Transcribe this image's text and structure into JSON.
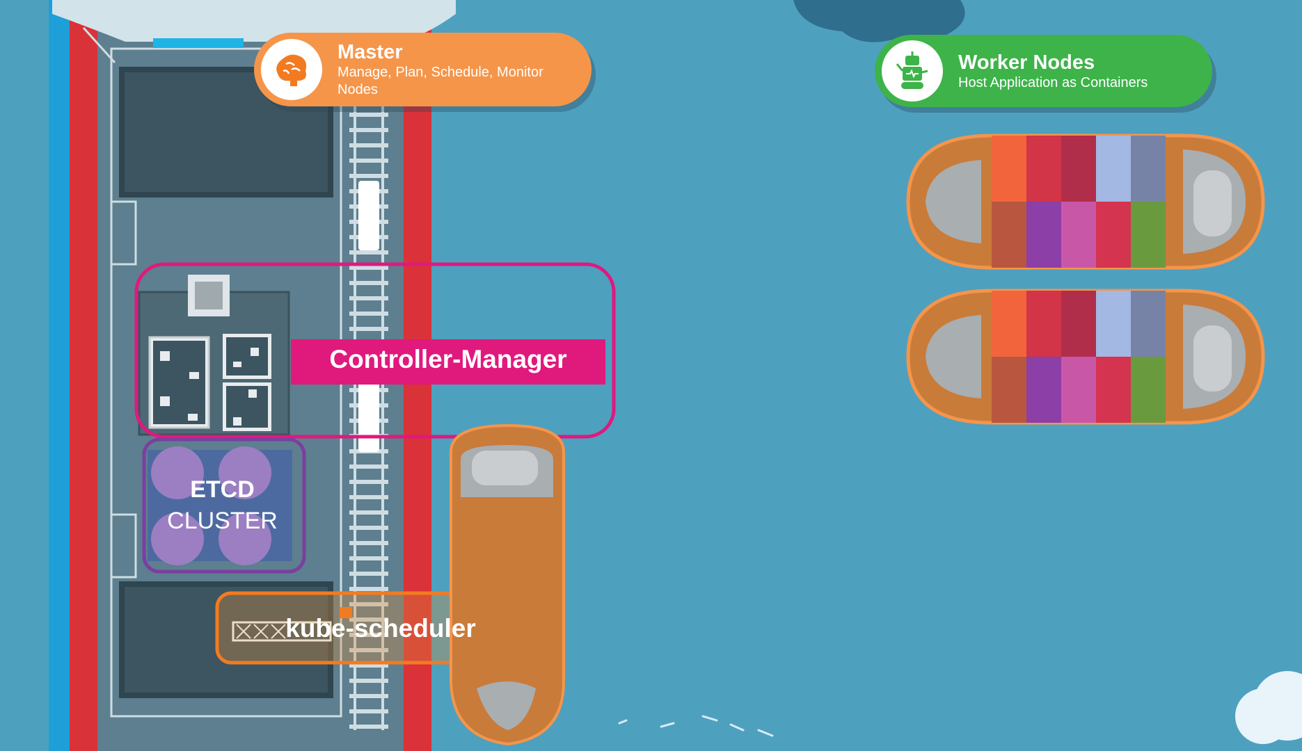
{
  "master": {
    "title": "Master",
    "subtitle": "Manage, Plan, Schedule, Monitor Nodes",
    "color": "#f5954a",
    "icon": "brain-icon"
  },
  "workers": {
    "title": "Worker Nodes",
    "subtitle": "Host Application as Containers",
    "color": "#3db34a",
    "icon": "robot-icon"
  },
  "components": {
    "controller_manager": "Controller-Manager",
    "etcd_line1": "ETCD",
    "etcd_line2": "CLUSTER",
    "kube_scheduler": "kube-scheduler"
  },
  "colors": {
    "sea": "#4ea0bf",
    "controller_border": "#e0197d",
    "etcd_border": "#7b3fa0",
    "scheduler_border": "#f27b22"
  }
}
